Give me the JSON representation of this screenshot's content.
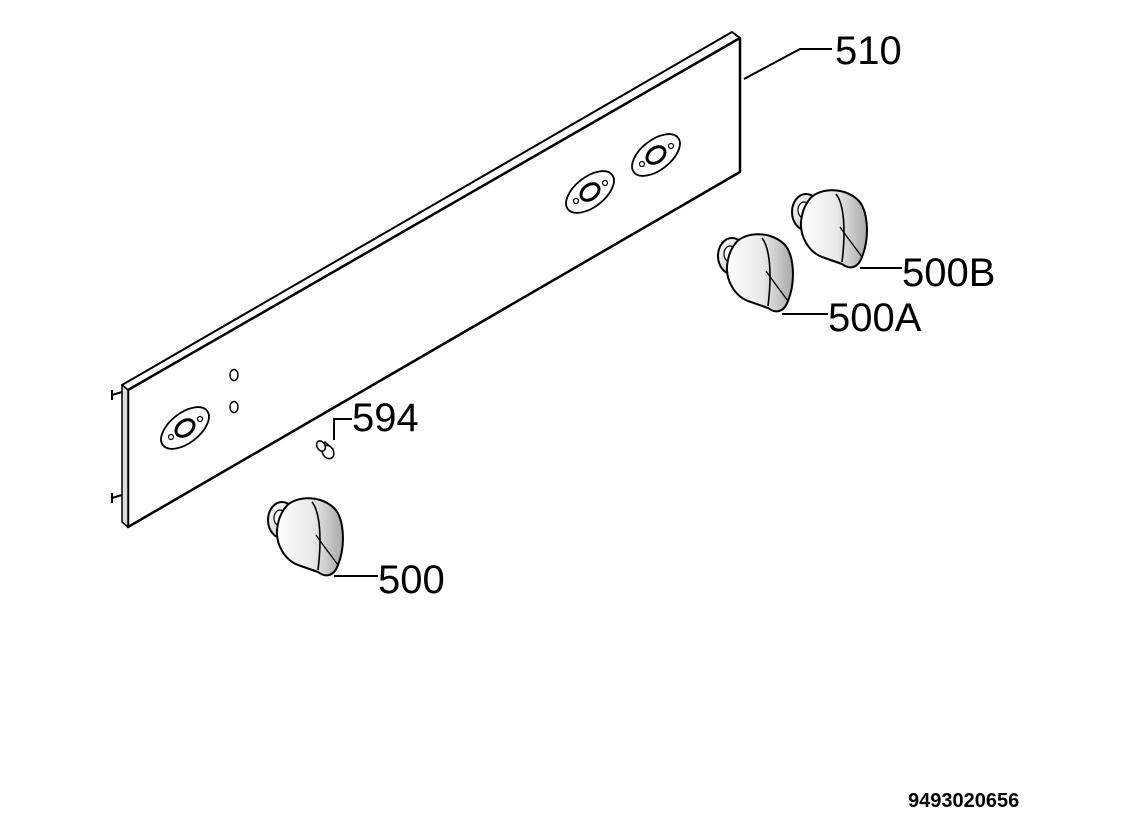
{
  "labels": {
    "panel": "510",
    "knob_b": "500B",
    "knob_a": "500A",
    "spring": "594",
    "knob_front": "500"
  },
  "diagram_code": "9493020656"
}
